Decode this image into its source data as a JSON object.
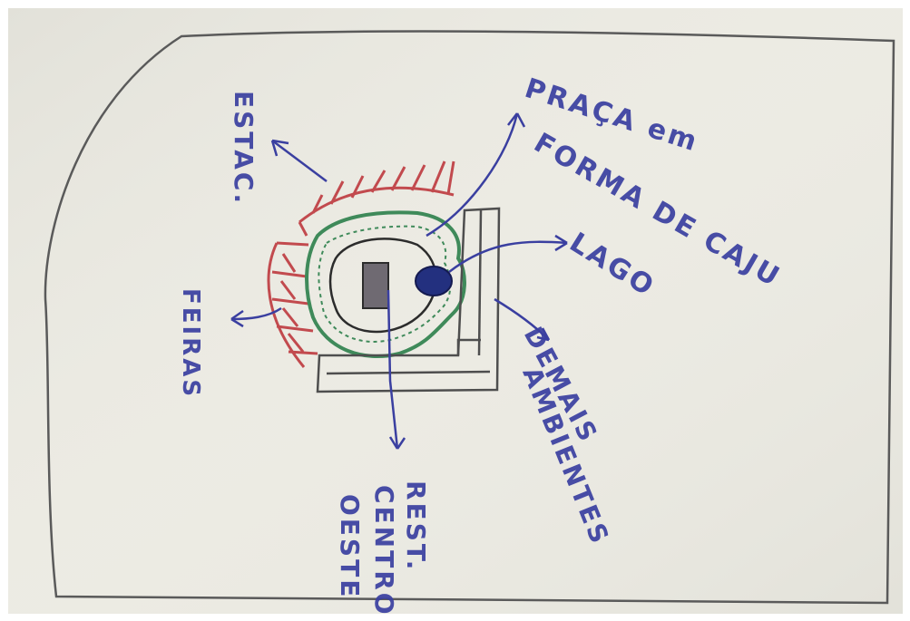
{
  "sketch": {
    "labels": {
      "praca_line1": "PRAÇA em",
      "praca_line2": "FORMA DE CAJU",
      "lago": "LAGO",
      "demais_line1": "DEMAIS",
      "demais_line2": "AMBIENTES",
      "rest_line1": "REST.",
      "rest_line2": "CENTRO",
      "rest_line3": "OESTE",
      "estac": "ESTAC.",
      "feiras": "FEIRAS"
    }
  },
  "colors": {
    "paper": "#ecebe3",
    "pencil": "#4a4a4a",
    "ink_blue": "#3a3fa0",
    "red": "#c24a4e",
    "green": "#3f8a5a",
    "lake_blue": "#23307f"
  }
}
